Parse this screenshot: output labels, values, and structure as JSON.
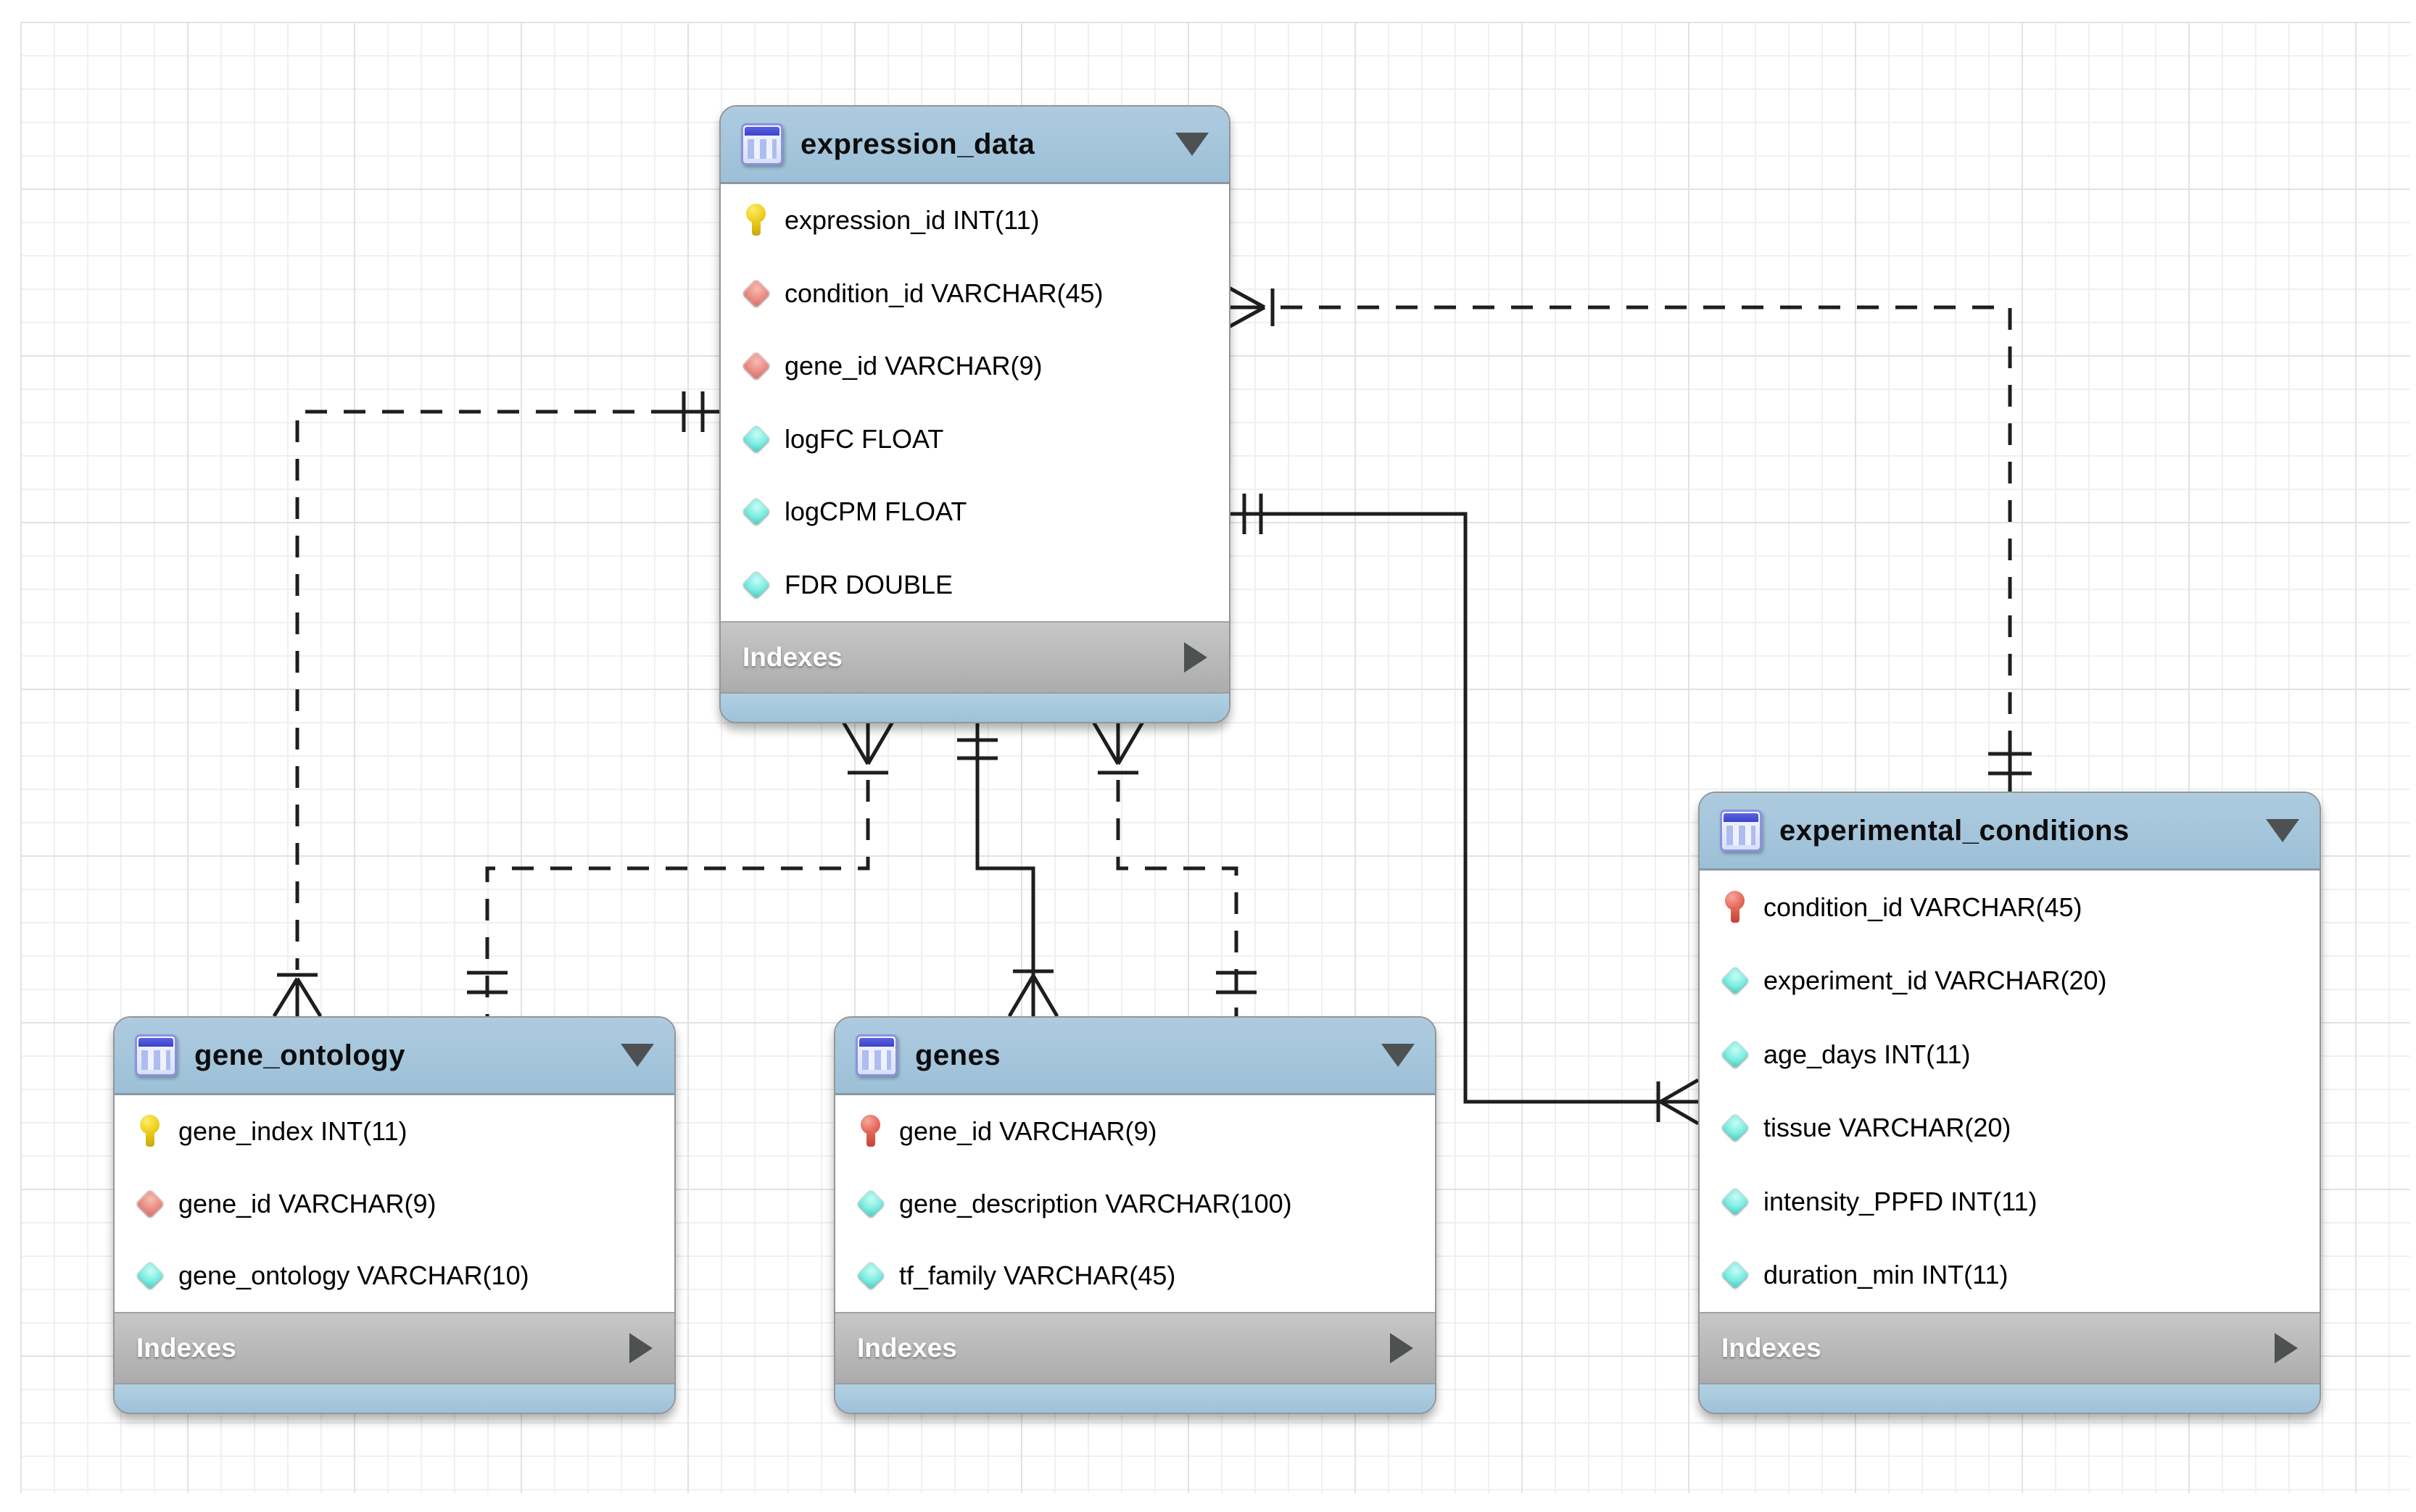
{
  "diagram": {
    "colors": {
      "table_header_blue": "#9cc0d7",
      "table_footer_blue": "#a5c8dd",
      "indexes_bar_gray": "#b5b5b5",
      "relationship_line": "#1e1e1e",
      "primary_key_yellow": "#eecf1e",
      "primary_foreign_key_red": "#e66a5c",
      "foreign_key_diamond_red": "#ea8e86",
      "attribute_diamond_cyan": "#7deee2",
      "grid_line": "#f0f0f0"
    },
    "tables": [
      {
        "id": "expression_data",
        "title": "expression_data",
        "footer_label": "Indexes",
        "columns": [
          {
            "icon": "key-yellow",
            "label": "expression_id INT(11)"
          },
          {
            "icon": "diamond-red",
            "label": "condition_id VARCHAR(45)"
          },
          {
            "icon": "diamond-red",
            "label": "gene_id VARCHAR(9)"
          },
          {
            "icon": "diamond-cyan",
            "label": "logFC FLOAT"
          },
          {
            "icon": "diamond-cyan",
            "label": "logCPM FLOAT"
          },
          {
            "icon": "diamond-cyan",
            "label": "FDR DOUBLE"
          }
        ]
      },
      {
        "id": "gene_ontology",
        "title": "gene_ontology",
        "footer_label": "Indexes",
        "columns": [
          {
            "icon": "key-yellow",
            "label": "gene_index INT(11)"
          },
          {
            "icon": "diamond-red",
            "label": "gene_id VARCHAR(9)"
          },
          {
            "icon": "diamond-cyan",
            "label": "gene_ontology VARCHAR(10)"
          }
        ]
      },
      {
        "id": "genes",
        "title": "genes",
        "footer_label": "Indexes",
        "columns": [
          {
            "icon": "key-red",
            "label": "gene_id VARCHAR(9)"
          },
          {
            "icon": "diamond-cyan",
            "label": "gene_description VARCHAR(100)"
          },
          {
            "icon": "diamond-cyan",
            "label": "tf_family VARCHAR(45)"
          }
        ]
      },
      {
        "id": "experimental_conditions",
        "title": "experimental_conditions",
        "footer_label": "Indexes",
        "columns": [
          {
            "icon": "key-red",
            "label": "condition_id VARCHAR(45)"
          },
          {
            "icon": "diamond-cyan",
            "label": "experiment_id VARCHAR(20)"
          },
          {
            "icon": "diamond-cyan",
            "label": "age_days INT(11)"
          },
          {
            "icon": "diamond-cyan",
            "label": "tissue VARCHAR(20)"
          },
          {
            "icon": "diamond-cyan",
            "label": "intensity_PPFD INT(11)"
          },
          {
            "icon": "diamond-cyan",
            "label": "duration_min INT(11)"
          }
        ]
      }
    ],
    "relationships": [
      {
        "style": "dashed",
        "from_table": "experimental_conditions",
        "from_cardinality": "one-and-only-one",
        "to_table": "expression_data",
        "to_cardinality": "one-or-many"
      },
      {
        "style": "dashed",
        "from_table": "expression_data",
        "from_cardinality": "one-and-only-one",
        "to_table": "gene_ontology",
        "to_cardinality": "one-or-many"
      },
      {
        "style": "solid",
        "from_table": "expression_data",
        "from_cardinality": "one-and-only-one",
        "to_table": "experimental_conditions",
        "to_cardinality": "one-or-many"
      },
      {
        "style": "solid",
        "from_table": "expression_data",
        "from_cardinality": "one-and-only-one",
        "to_table": "genes",
        "to_cardinality": "one-or-many"
      },
      {
        "style": "dashed",
        "from_table": "expression_data",
        "from_cardinality": "one-or-many",
        "to_table": "gene_ontology",
        "to_cardinality": "one-and-only-one"
      },
      {
        "style": "dashed",
        "from_table": "expression_data",
        "from_cardinality": "one-or-many",
        "to_table": "genes",
        "to_cardinality": "one-and-only-one"
      }
    ]
  }
}
